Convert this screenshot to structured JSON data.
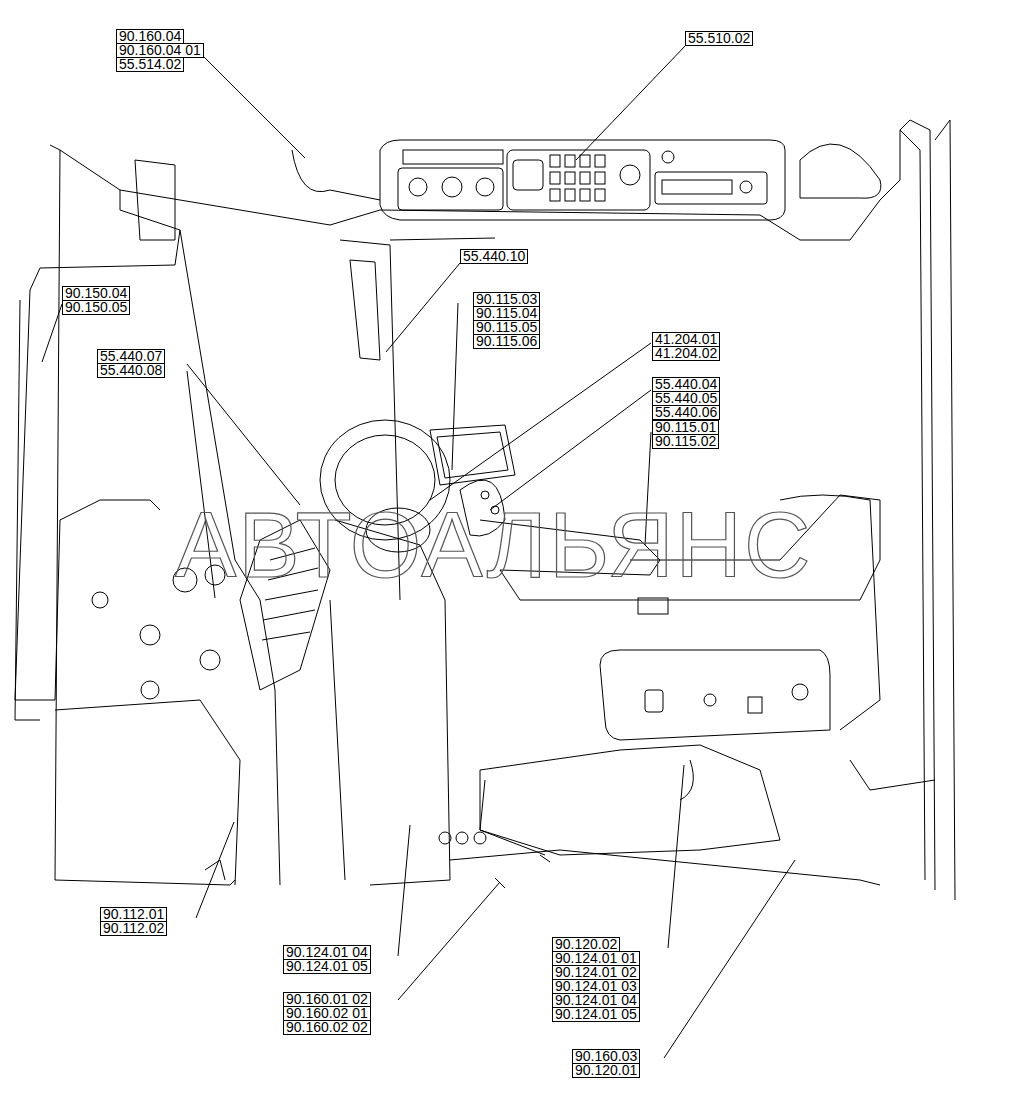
{
  "diagram": {
    "labels": [
      "90.160.04",
      "90.160.04 01",
      "55.514.02",
      "55.510.02",
      "90.150.04",
      "90.150.05",
      "55.440.10",
      "90.115.03",
      "90.115.04",
      "90.115.05",
      "90.115.06",
      "41.204.01",
      "41.204.02",
      "55.440.07",
      "55.440.08",
      "55.440.04",
      "55.440.05",
      "55.440.06",
      "90.115.01",
      "90.115.02",
      "АВТОАЛЬЯНС",
      "90.112.01",
      "90.112.02",
      "90.124.01 04",
      "90.124.01 05",
      "90.160.01 02",
      "90.160.02 01",
      "90.160.02 02",
      "90.120.02",
      "90.124.01 01",
      "90.124.01 02",
      "90.124.01 03",
      "90.124.01 04",
      "90.124.01 05",
      "90.160.03",
      "90.120.01"
    ]
  }
}
